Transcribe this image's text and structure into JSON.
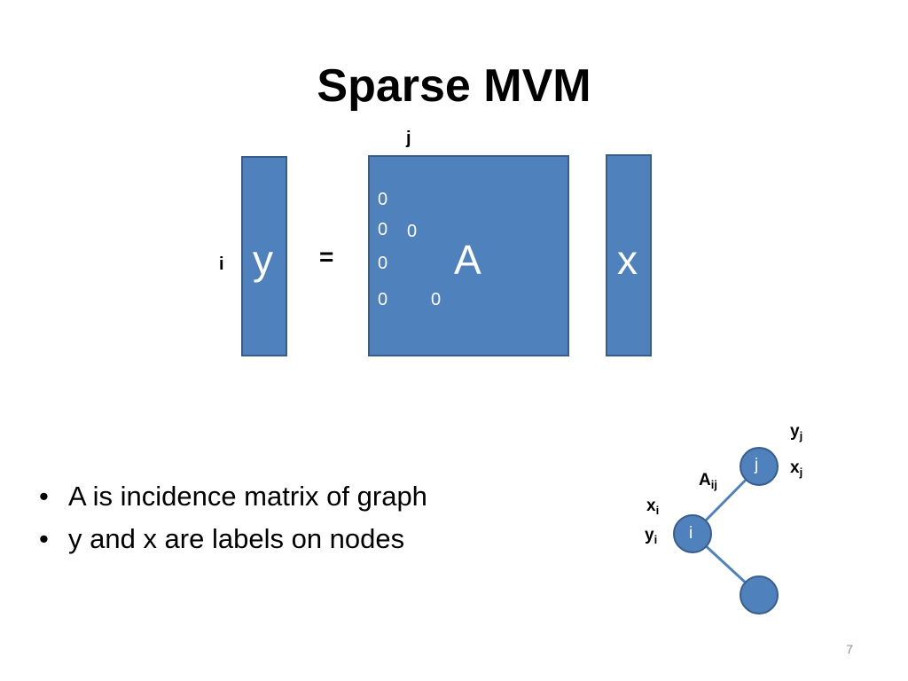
{
  "slide": {
    "title": "Sparse MVM",
    "page_number": "7"
  },
  "equation": {
    "y_label": "y",
    "equals": "=",
    "a_label": "A",
    "x_label": "x",
    "row_index": "i",
    "col_index": "j",
    "zeros": [
      "0",
      "0",
      "0",
      "0",
      "0",
      "0"
    ]
  },
  "bullets": [
    "A is incidence matrix of graph",
    "y and x are labels on nodes"
  ],
  "graph": {
    "node_i": "i",
    "node_j": "j",
    "edge_label": "A",
    "edge_label_sub": "ij",
    "xi": "x",
    "xi_sub": "i",
    "yi": "y",
    "yi_sub": "i",
    "yj": "y",
    "yj_sub": "j",
    "xj": "x",
    "xj_sub": "j"
  },
  "colors": {
    "fill": "#4f81bd",
    "border": "#385d8a"
  }
}
